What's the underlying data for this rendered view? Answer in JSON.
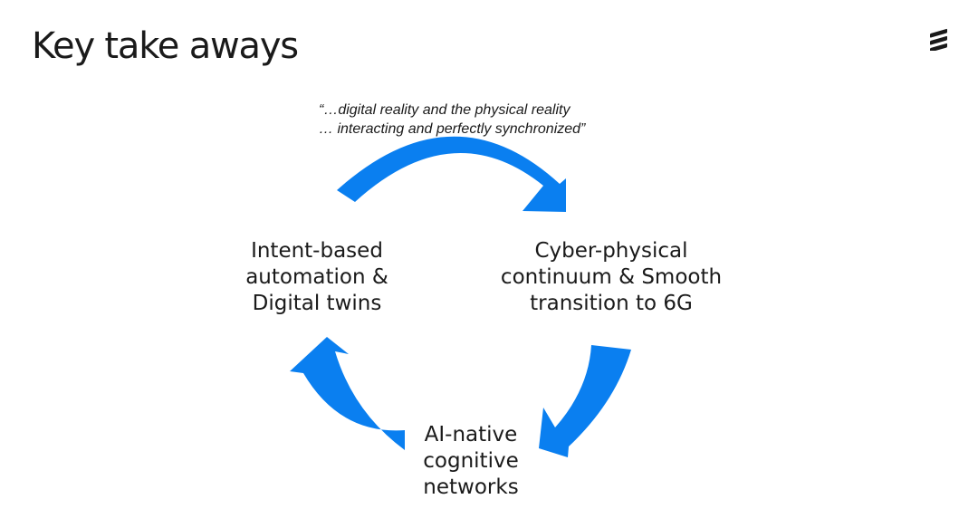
{
  "title": "Key take aways",
  "logo": {
    "icon": "ericsson-logo-icon"
  },
  "quote": {
    "line1": "“…digital reality and the physical reality",
    "line2": "… interacting and perfectly synchronized”"
  },
  "nodes": {
    "left": [
      "Intent-based",
      "automation &",
      "Digital twins"
    ],
    "right": [
      "Cyber-physical",
      "continuum & Smooth",
      "transition to 6G"
    ],
    "bottom": [
      "AI-native",
      "cognitive",
      "networks"
    ]
  },
  "colors": {
    "arrow": "#0a7ff0",
    "text": "#1a1a1a"
  }
}
